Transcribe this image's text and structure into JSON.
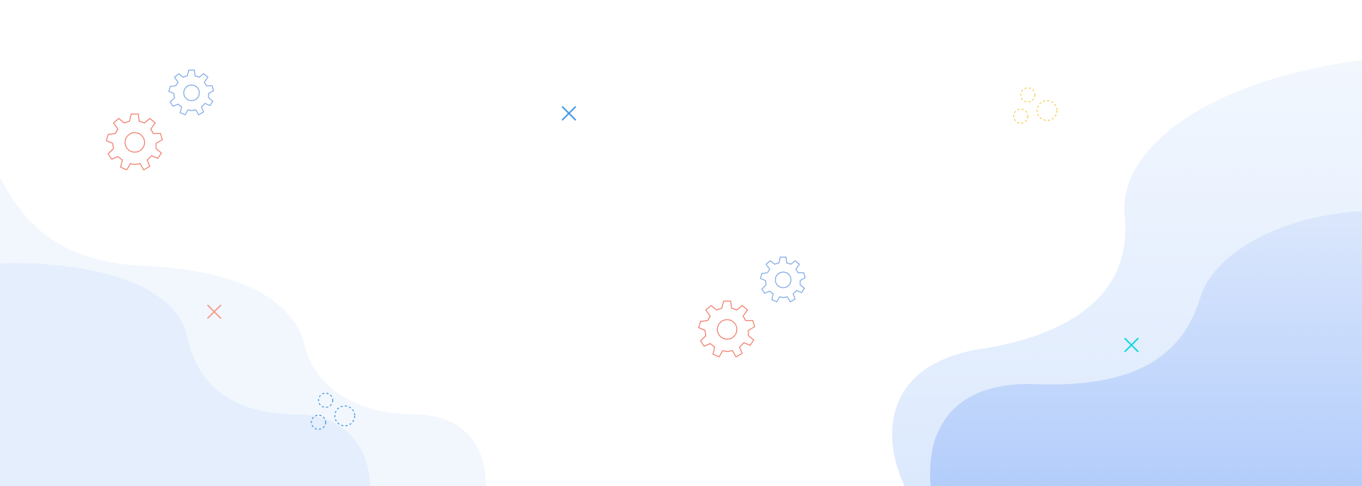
{
  "colors": {
    "background": "#ffffff",
    "wave_light": "#eef5fe",
    "wave_mid": "#e2eefd",
    "wave_accent_top": "#d3e3fc",
    "wave_accent_bottom": "#b3cdfb",
    "gear_red": "#f07d6c",
    "gear_blue": "#7aa6e6",
    "cross_blue": "#4a9be3",
    "cross_red": "#f3a292",
    "cross_cyan": "#19d8df",
    "dots_yellow": "#f7cf5e",
    "dots_blue": "#4a9be3"
  },
  "icons": [
    {
      "id": "gear-top-left-blue",
      "name": "gear-icon"
    },
    {
      "id": "gear-top-left-red",
      "name": "gear-icon"
    },
    {
      "id": "gear-center-blue",
      "name": "gear-icon"
    },
    {
      "id": "gear-center-red",
      "name": "gear-icon"
    },
    {
      "id": "cross-top-center",
      "name": "cross-icon"
    },
    {
      "id": "cross-left",
      "name": "cross-icon"
    },
    {
      "id": "cross-right",
      "name": "cross-icon"
    },
    {
      "id": "dots-top-right",
      "name": "dashed-circles-icon"
    },
    {
      "id": "dots-bottom-left",
      "name": "dashed-circles-icon"
    }
  ]
}
